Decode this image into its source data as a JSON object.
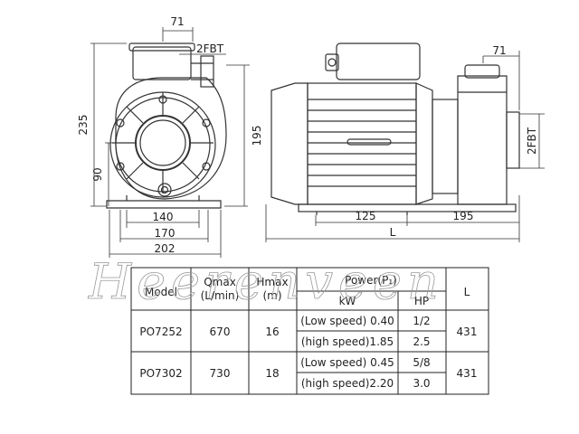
{
  "front_view": {
    "top_width": "71",
    "outlet": "2FBT",
    "height_left": "235",
    "height_right": "195",
    "shaft_height": "90",
    "base_inner": "140",
    "base_mid": "170",
    "base_outer": "202"
  },
  "side_view": {
    "top_width": "71",
    "inlet": "2FBT",
    "motor_len": "125",
    "pump_len": "195",
    "total_len": "L"
  },
  "watermark": "Heerenveen",
  "table": {
    "headers": {
      "model": "Model",
      "qmax": "Qmax",
      "qmax_unit": "(L/min)",
      "hmax": "Hmax",
      "hmax_unit": "(m)",
      "power": "Power(P₁)",
      "kw": "kW",
      "hp": "HP",
      "l": "L"
    },
    "rows": [
      {
        "model": "PO7252",
        "qmax": "670",
        "hmax": "16",
        "low_kw": "(Low speed) 0.40",
        "low_hp": "1/2",
        "high_kw": "(high speed)1.85",
        "high_hp": "2.5",
        "l": "431"
      },
      {
        "model": "PO7302",
        "qmax": "730",
        "hmax": "18",
        "low_kw": "(Low speed) 0.45",
        "low_hp": "5/8",
        "high_kw": "(high speed)2.20",
        "high_hp": "3.0",
        "l": "431"
      }
    ]
  }
}
